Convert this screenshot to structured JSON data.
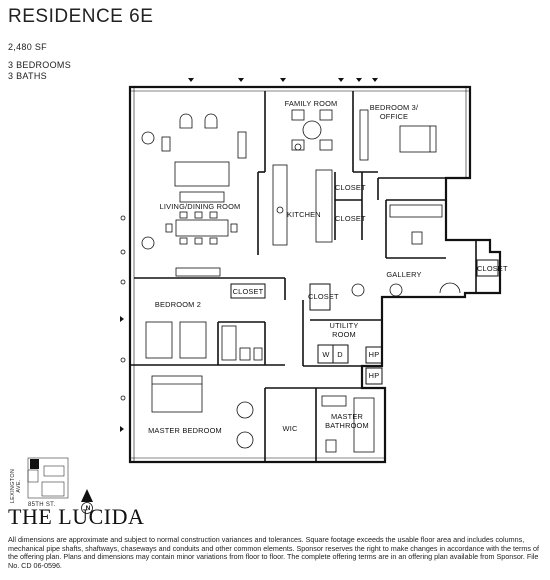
{
  "residence": {
    "title": "RESIDENCE 6E",
    "area": "2,480 SF",
    "bedrooms": "3 BEDROOMS",
    "baths": "3 BATHS"
  },
  "rooms": {
    "family_room": "FAMILY ROOM",
    "bedroom3_line1": "BEDROOM 3/",
    "bedroom3_line2": "OFFICE",
    "living_dining": "LIVING/DINING ROOM",
    "kitchen": "KITCHEN",
    "closet_a": "CLOSET",
    "closet_b": "CLOSET",
    "closet_c": "CLOSET",
    "closet_d": "CLOSET",
    "closet_e": "CLOSET",
    "gallery": "GALLERY",
    "bedroom2": "BEDROOM 2",
    "utility_line1": "UTILITY",
    "utility_line2": "ROOM",
    "washer": "W",
    "dryer": "D",
    "hp1": "HP",
    "hp2": "HP",
    "master_bedroom": "MASTER BEDROOM",
    "wic": "WIC",
    "master_bath_line1": "MASTER",
    "master_bath_line2": "BATHROOM"
  },
  "keyplan": {
    "street_vertical": "LEXINGTON AVE.",
    "street_horizontal": "85TH ST.",
    "compass": "N"
  },
  "brand": "THE LUCIDA",
  "disclaimer": "All dimensions are approximate and subject to normal construction variances and tolerances. Square footage exceeds the usable floor area and includes columns, mechanical pipe shafts, shaftways, chaseways and conduits and other common elements. Sponsor reserves the right to make changes in accordance with the terms of the offering plan. Plans and dimensions may contain minor variations from floor to floor. The complete offering terms are in an offering plan available from Sponsor. File No. CD 06-0596."
}
